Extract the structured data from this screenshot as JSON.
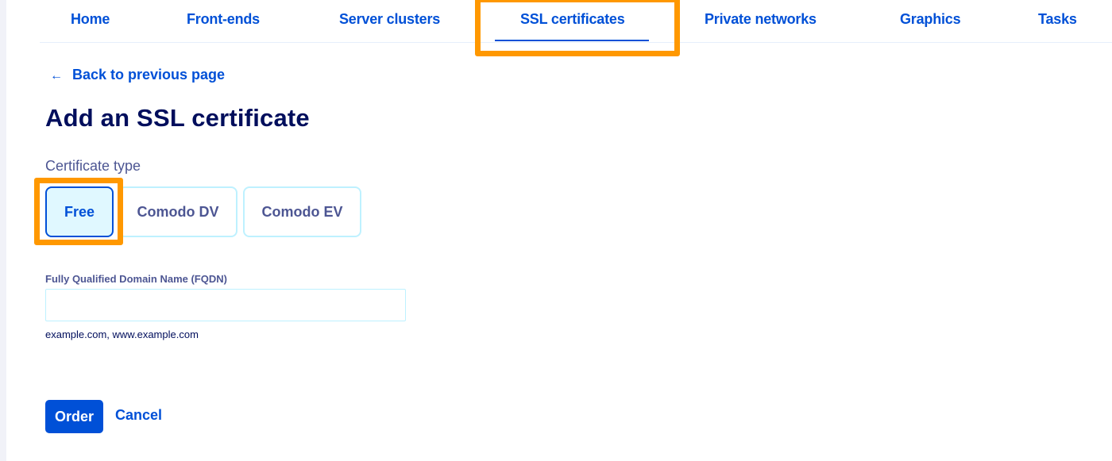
{
  "nav": {
    "tabs": [
      {
        "label": "Home",
        "active": false
      },
      {
        "label": "Front-ends",
        "active": false
      },
      {
        "label": "Server clusters",
        "active": false
      },
      {
        "label": "SSL certificates",
        "active": true
      },
      {
        "label": "Private networks",
        "active": false
      },
      {
        "label": "Graphics",
        "active": false
      },
      {
        "label": "Tasks",
        "active": false
      }
    ]
  },
  "back_link": {
    "icon": "arrow-left-icon",
    "arrow": "←",
    "label": "Back to previous page"
  },
  "page_title": "Add an SSL certificate",
  "certificate_type": {
    "label": "Certificate type",
    "options": [
      {
        "label": "Free",
        "selected": true
      },
      {
        "label": "Comodo DV",
        "selected": false
      },
      {
        "label": "Comodo EV",
        "selected": false
      }
    ]
  },
  "fqdn": {
    "label": "Fully Qualified Domain Name (FQDN)",
    "value": "",
    "help": "example.com, www.example.com"
  },
  "actions": {
    "order_label": "Order",
    "cancel_label": "Cancel"
  },
  "colors": {
    "primary": "#0050d7",
    "title": "#000e5c",
    "label": "#4d5693",
    "highlight": "#ff9800",
    "option_border": "#bef1ff",
    "option_selected_bg": "#e0f8ff"
  }
}
